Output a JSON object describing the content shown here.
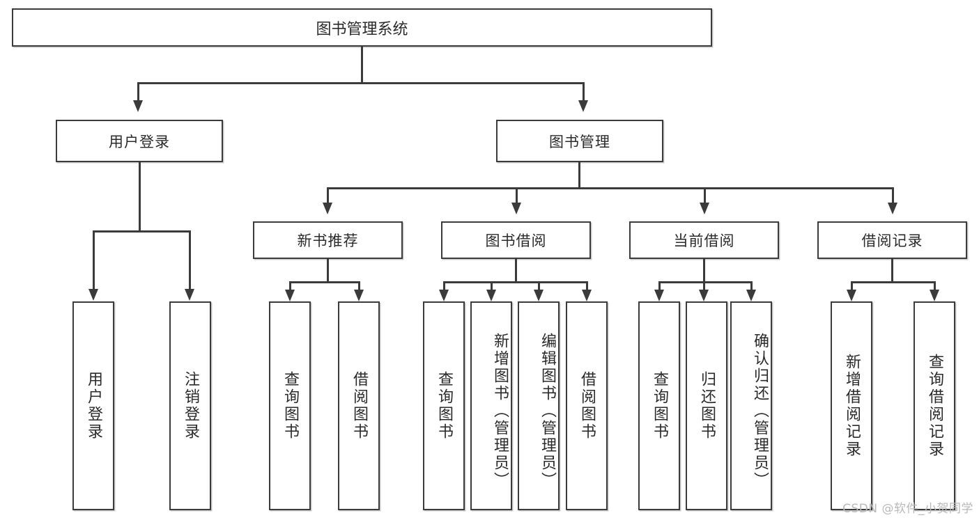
{
  "diagram": {
    "type": "tree",
    "title": "图书管理系统",
    "root": {
      "label": "图书管理系统"
    },
    "level2": [
      {
        "label": "用户登录"
      },
      {
        "label": "图书管理"
      }
    ],
    "level3": [
      {
        "label": "新书推荐"
      },
      {
        "label": "图书借阅"
      },
      {
        "label": "当前借阅"
      },
      {
        "label": "借阅记录"
      }
    ],
    "leaves": {
      "user_login": [
        {
          "label": "用户登录"
        },
        {
          "label": "注销登录"
        }
      ],
      "new_book_recommend": [
        {
          "label": "查询图书"
        },
        {
          "label": "借阅图书"
        }
      ],
      "book_borrow": [
        {
          "label": "查询图书"
        },
        {
          "label": "新增图书（管理员）"
        },
        {
          "label": "编辑图书（管理员）"
        },
        {
          "label": "借阅图书"
        }
      ],
      "current_borrow": [
        {
          "label": "查询图书"
        },
        {
          "label": "归还图书"
        },
        {
          "label": "确认归还（管理员）"
        }
      ],
      "borrow_record": [
        {
          "label": "新增借阅记录"
        },
        {
          "label": "查询借阅记录"
        }
      ]
    }
  },
  "watermark": {
    "text": "CSDN @软件_小贺同学"
  },
  "colors": {
    "stroke": "#3b3b3b",
    "background": "#ffffff",
    "text": "#2a2a2a",
    "watermark": "#b9b9b9"
  }
}
